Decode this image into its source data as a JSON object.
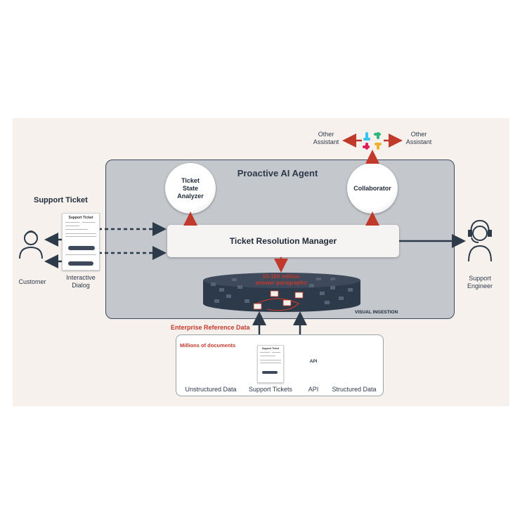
{
  "diagram": {
    "title": "Proactive AI Agent",
    "support_ticket_heading": "Support Ticket",
    "ticket_card_title": "Support Ticket",
    "ticket_state_analyzer": "Ticket State Analyzer",
    "collaborator": "Collaborator",
    "ticket_resolution_manager": "Ticket Resolution Manager",
    "customer": "Customer",
    "interactive_dialog": "Interactive Dialog",
    "support_engineer": "Support Engineer",
    "other_assistant_left": "Other Assistant",
    "other_assistant_right": "Other Assistant",
    "db_caption_line1": "10-100 million",
    "db_caption_line2": "answer paragraphs",
    "visual_ingestion": "VISUAL INGESTION",
    "reference_heading": "Enterprise Reference Data",
    "millions_of_documents": "Millions of documents",
    "sources": [
      "Unstructured Data",
      "Support Tickets",
      "API",
      "Structured Data"
    ],
    "api_icon_text": "API"
  },
  "icons": [
    "person-icon",
    "support-engineer-headset-icon",
    "slack-icon",
    "gear-api-icon",
    "database-icon",
    "documents-network-icon",
    "book-icon"
  ],
  "colors": {
    "navy": "#2d3a4a",
    "accent_red": "#c0392b",
    "panel_gray": "#c4c7cc",
    "background": "#f7f1ee"
  }
}
